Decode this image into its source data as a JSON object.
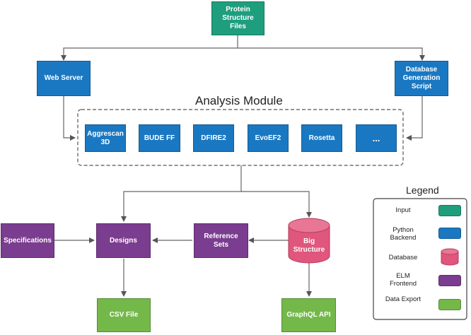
{
  "nodes": {
    "protein": "Protein Structure Files",
    "web_server": "Web Server",
    "db_script": "Database Generation Script",
    "aggrescan": "Aggrescan 3D",
    "bude": "BUDE FF",
    "dfire": "DFIRE2",
    "evoef": "EvoEF2",
    "rosetta": "Rosetta",
    "more": "...",
    "specifications": "Specifications",
    "designs": "Designs",
    "reference_sets": "Reference Sets",
    "big_structure": "Big Structure",
    "csv": "CSV File",
    "graphql": "GraphQL API"
  },
  "analysis_module_title": "Analysis Module",
  "legend": {
    "title": "Legend",
    "items": [
      {
        "label": "Input",
        "color": "#1f9e7e"
      },
      {
        "label": "Python Backend",
        "color": "#1a78c2"
      },
      {
        "label": "Database",
        "color": "#e0567d"
      },
      {
        "label": "ELM Frontend",
        "color": "#7b3d8f"
      },
      {
        "label": "Data Export",
        "color": "#74b84a"
      }
    ]
  },
  "colors": {
    "input": "#1f9e7e",
    "backend": "#1a78c2",
    "database": "#e0567d",
    "frontend": "#7b3d8f",
    "export": "#74b84a"
  }
}
